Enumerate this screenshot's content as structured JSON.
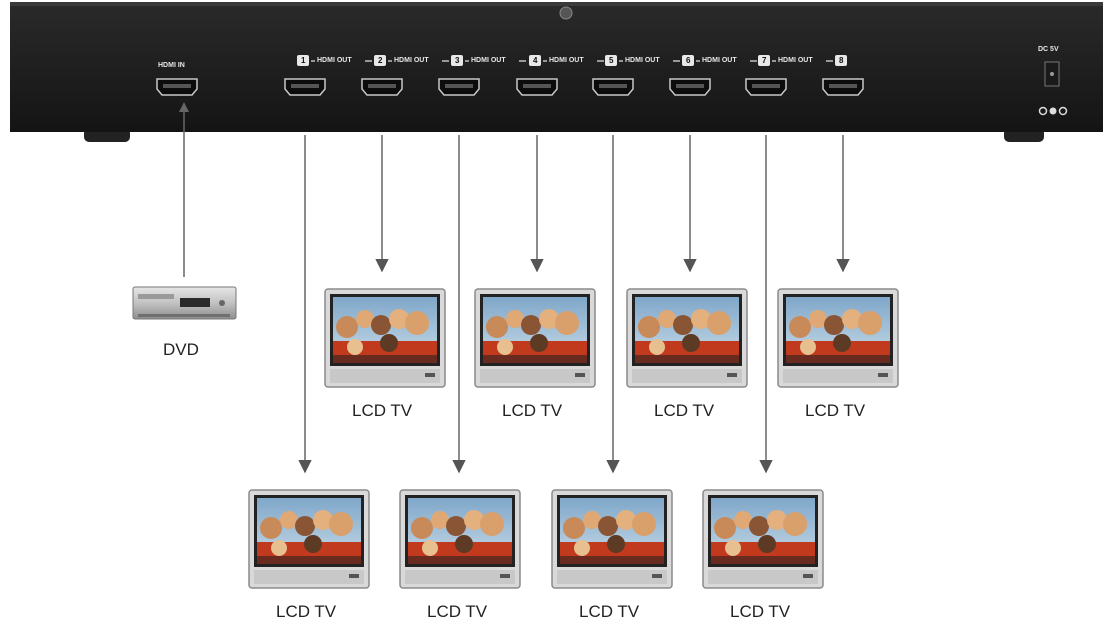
{
  "splitter": {
    "input_label": "HDMI IN",
    "output_label": "HDMI OUT",
    "power_label": "DC 5V",
    "port_numbers": [
      "1",
      "2",
      "3",
      "4",
      "5",
      "6",
      "7",
      "8"
    ]
  },
  "source": {
    "label": "DVD"
  },
  "displays": [
    {
      "label": "LCD TV"
    },
    {
      "label": "LCD TV"
    },
    {
      "label": "LCD TV"
    },
    {
      "label": "LCD TV"
    },
    {
      "label": "LCD TV"
    },
    {
      "label": "LCD TV"
    },
    {
      "label": "LCD TV"
    },
    {
      "label": "LCD TV"
    }
  ]
}
